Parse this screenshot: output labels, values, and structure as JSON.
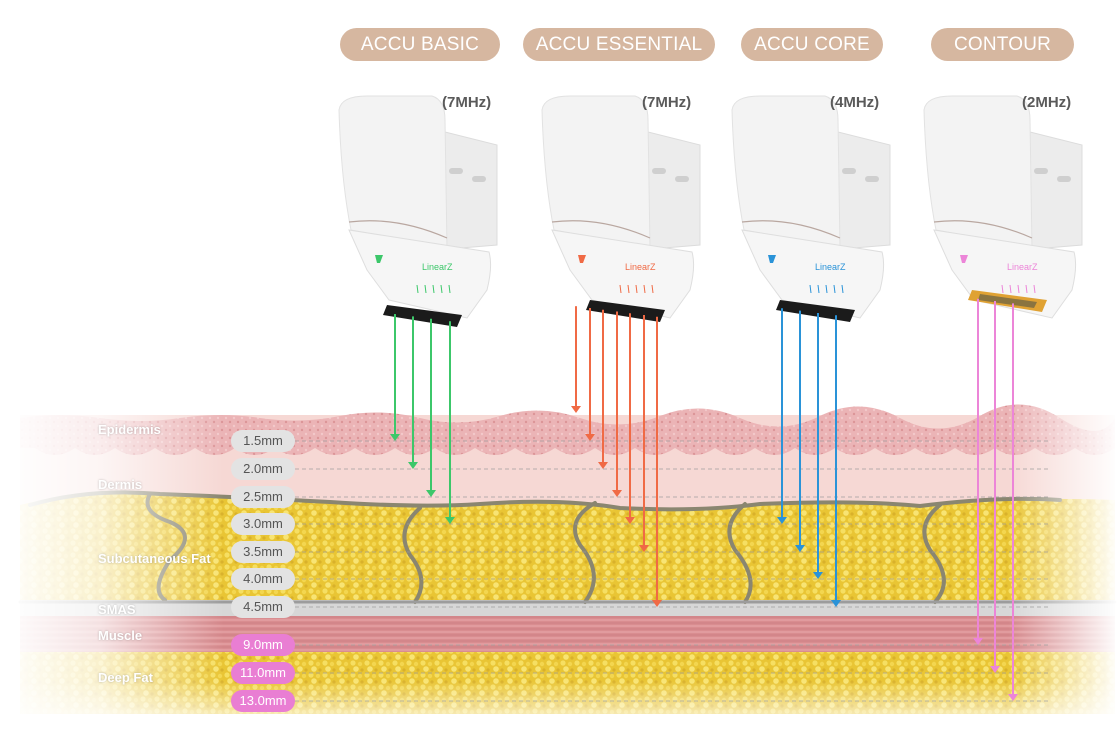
{
  "probes": [
    {
      "name": "ACCU BASIC",
      "frequency": "(7MHz)",
      "brand_mark": "LinearZ",
      "accent": "#3cc76a",
      "arrow_depths_mm": [
        "1.5",
        "2.0",
        "2.5",
        "3.0"
      ]
    },
    {
      "name": "ACCU ESSENTIAL",
      "frequency": "(7MHz)",
      "brand_mark": "LinearZ",
      "accent": "#f06a45",
      "arrow_depths_mm": [
        "1.0",
        "1.5",
        "2.0",
        "2.5",
        "3.0",
        "3.5",
        "4.5"
      ]
    },
    {
      "name": "ACCU CORE",
      "frequency": "(4MHz)",
      "brand_mark": "LinearZ",
      "accent": "#2a93d8",
      "arrow_depths_mm": [
        "3.0",
        "3.5",
        "4.0",
        "4.5"
      ]
    },
    {
      "name": "CONTOUR",
      "frequency": "(2MHz)",
      "brand_mark": "LinearZ",
      "accent": "#ec85d8",
      "arrow_depths_mm": [
        "9.0",
        "11.0",
        "13.0"
      ]
    }
  ],
  "layers": [
    "Epidermis",
    "Dermis",
    "Subcutaneous Fat",
    "SMAS",
    "Muscle",
    "Deep Fat"
  ],
  "depths": [
    {
      "label": "1.5mm",
      "style": "gray"
    },
    {
      "label": "2.0mm",
      "style": "gray"
    },
    {
      "label": "2.5mm",
      "style": "gray"
    },
    {
      "label": "3.0mm",
      "style": "gray"
    },
    {
      "label": "3.5mm",
      "style": "gray"
    },
    {
      "label": "4.0mm",
      "style": "gray"
    },
    {
      "label": "4.5mm",
      "style": "gray"
    },
    {
      "label": "9.0mm",
      "style": "pink"
    },
    {
      "label": "11.0mm",
      "style": "pink"
    },
    {
      "label": "13.0mm",
      "style": "pink"
    }
  ],
  "colors": {
    "pill": "#d6b7a0",
    "depth_tag_gray": "#e3e3e3",
    "depth_tag_pink": "#e97ed3",
    "epidermis": "#eab3b5",
    "dermis": "#f6d8d4",
    "fat": "#ecc93a",
    "smas": "#d7d7d7",
    "muscle": "#d88a8d"
  }
}
